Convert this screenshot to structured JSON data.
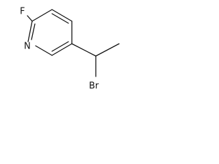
{
  "molecule": {
    "atoms": {
      "fluorine": "F",
      "nitrogen": "N",
      "bromine": "Br"
    }
  }
}
